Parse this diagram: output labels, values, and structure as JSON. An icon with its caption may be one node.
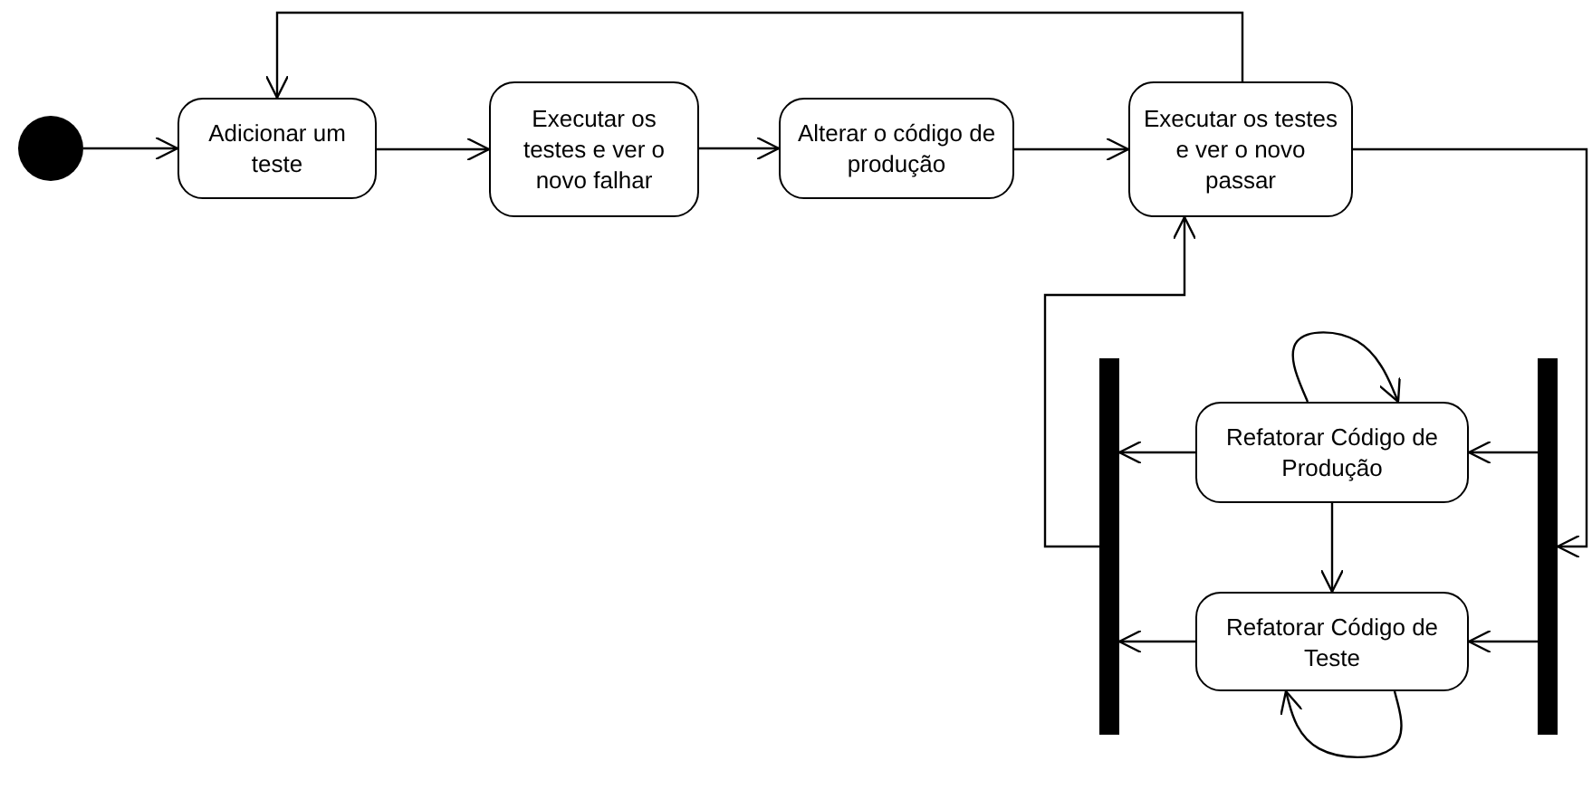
{
  "diagram": {
    "nodes": [
      {
        "text": [],
        "shape": "circle"
      },
      {
        "text": [
          "Adicionar um teste"
        ]
      },
      {
        "text": [
          "Executar os testes e ver o novo falhar"
        ]
      },
      {
        "text": [
          "Alterar o código de produção"
        ]
      },
      {
        "text": [
          "Executar os testes e ver o novo passar"
        ]
      },
      {
        "text": [],
        "shape": "bar"
      },
      {
        "text": [
          "Refatorar Código de Produção"
        ]
      },
      {
        "text": [
          "Refatorar Código de Teste"
        ]
      },
      {
        "text": [],
        "shape": "bar"
      }
    ],
    "edges": [
      {
        "from": 0,
        "to": 1,
        "arrow": "to"
      },
      {
        "from": 1,
        "to": 2,
        "arrow": "to"
      },
      {
        "from": 2,
        "to": 3,
        "arrow": "to"
      },
      {
        "from": 3,
        "to": 4,
        "arrow": "to"
      },
      {
        "from": 4,
        "to": 1,
        "arrow": "to"
      },
      {
        "from": 4,
        "to": 8,
        "arrow": "to"
      },
      {
        "from": 8,
        "to": 6,
        "arrow": "to"
      },
      {
        "from": 8,
        "to": 7,
        "arrow": "to"
      },
      {
        "from": 6,
        "to": 5,
        "arrow": "to"
      },
      {
        "from": 7,
        "to": 5,
        "arrow": "to"
      },
      {
        "from": 6,
        "to": 7,
        "arrow": "to"
      },
      {
        "from": 6,
        "to": 6,
        "arrow": "to"
      },
      {
        "from": 7,
        "to": 7,
        "arrow": "to"
      },
      {
        "from": 5,
        "to": 4,
        "arrow": "to"
      }
    ]
  }
}
